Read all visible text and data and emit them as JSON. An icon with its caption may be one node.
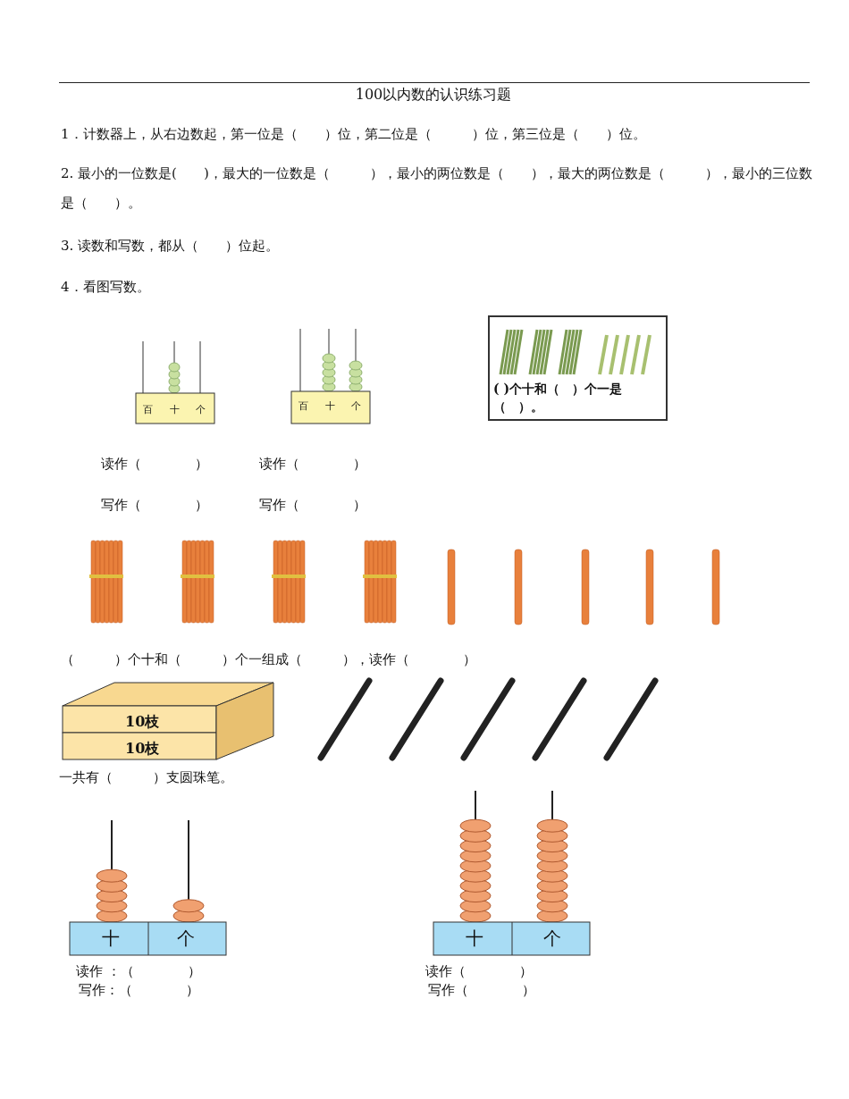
{
  "diagram": {
    "title": "100以内数的认识练习题",
    "labels": [
      "1．计数器上，从右边数起，第一位是（　　）位，第二位是（　　　）位，第三位是（　　）位。",
      "2. 最小的一位数是(　　)，最大的一位数是（　　　），最小的两位数是（　　），最大的两位数是（　　　），最小的三位数是（　　）。",
      "3. 读数和写数，都从（　　）位起。",
      "4．看图写数。",
      "百",
      "十",
      "个",
      "百",
      "十",
      "个",
      "( )个十和（　）个一是（　）。",
      "读作（　　　　）",
      "读作（　　　　）",
      "写作（　　　　）",
      "写作（　　　　）",
      "（　　　）个十和（　　　）个一组成（　　　），读作（　　　　）",
      "10枝",
      "10枝",
      "一共有（　　　）支圆珠笔。",
      "十",
      "个",
      "十",
      "个",
      "读作 ：（　　　　）",
      "写作：（　　　　）",
      "读作（　　　　）",
      "写作（　　　　）"
    ]
  }
}
